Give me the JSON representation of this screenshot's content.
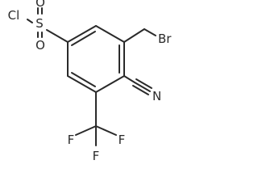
{
  "molecule": {
    "atoms": {
      "cl": "Cl",
      "s": "S",
      "o_top": "O",
      "o_bottom": "O",
      "br": "Br",
      "n": "N",
      "f_left": "F",
      "f_bottom": "F",
      "f_right": "F"
    }
  }
}
